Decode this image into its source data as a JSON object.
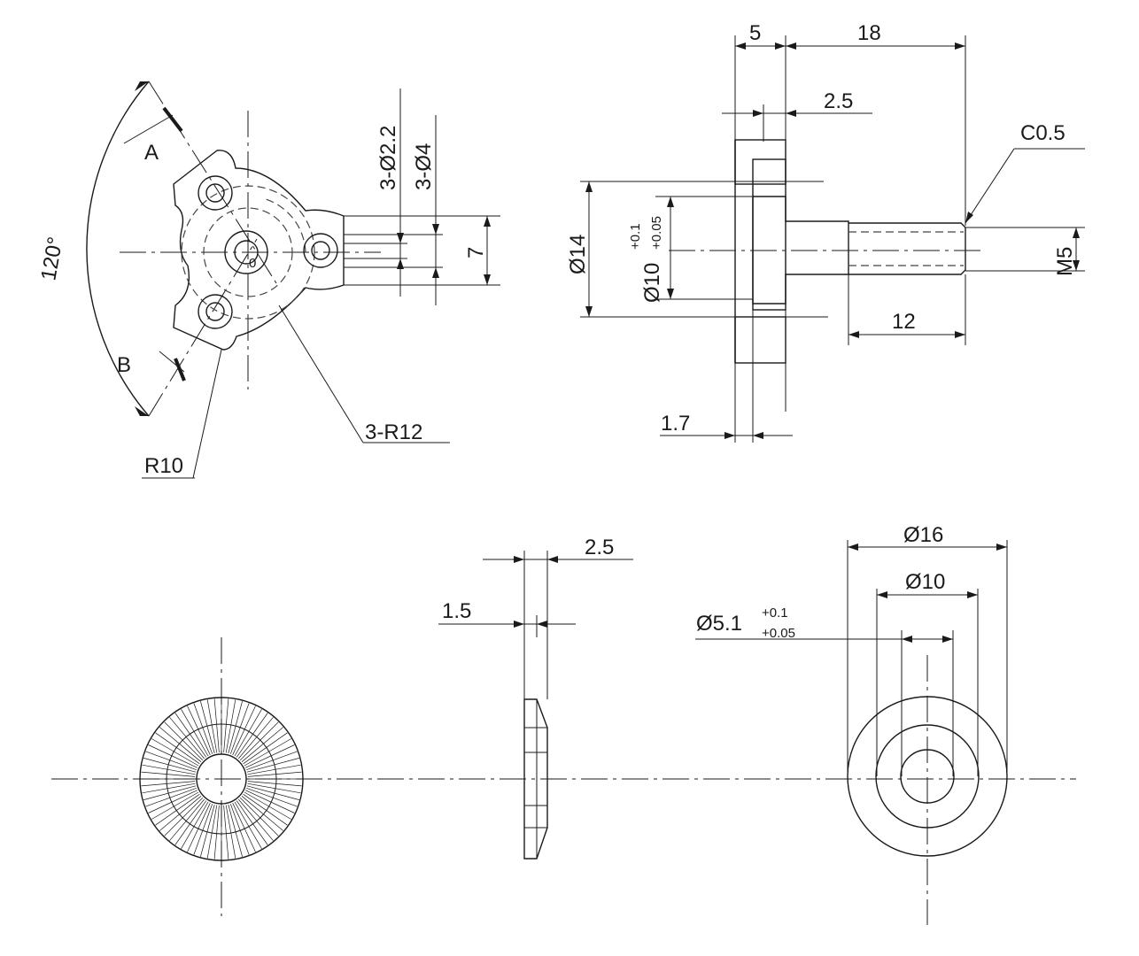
{
  "top_left_view": {
    "angle_label": "120°",
    "section_a": "A",
    "section_b": "B",
    "center_label": "0",
    "hole_small": "3-Ø2.2",
    "hole_large": "3-Ø4",
    "width_7": "7",
    "radius_r10": "R10",
    "radius_r12": "3-R12"
  },
  "top_right_view": {
    "dim_5": "5",
    "dim_18": "18",
    "dim_2_5": "2.5",
    "chamfer": "C0.5",
    "dia_14": "Ø14",
    "dia_10": "Ø10",
    "tol_upper": "+0.1",
    "tol_lower": "+0.05",
    "thread": "M5",
    "dim_12": "12",
    "dim_1_7": "1.7"
  },
  "bottom_side_view": {
    "dim_2_5": "2.5",
    "dim_1_5": "1.5"
  },
  "bottom_right_view": {
    "dia_16": "Ø16",
    "dia_10": "Ø10",
    "dia_5_1": "Ø5.1",
    "tol_upper": "+0.1",
    "tol_lower": "+0.05"
  }
}
